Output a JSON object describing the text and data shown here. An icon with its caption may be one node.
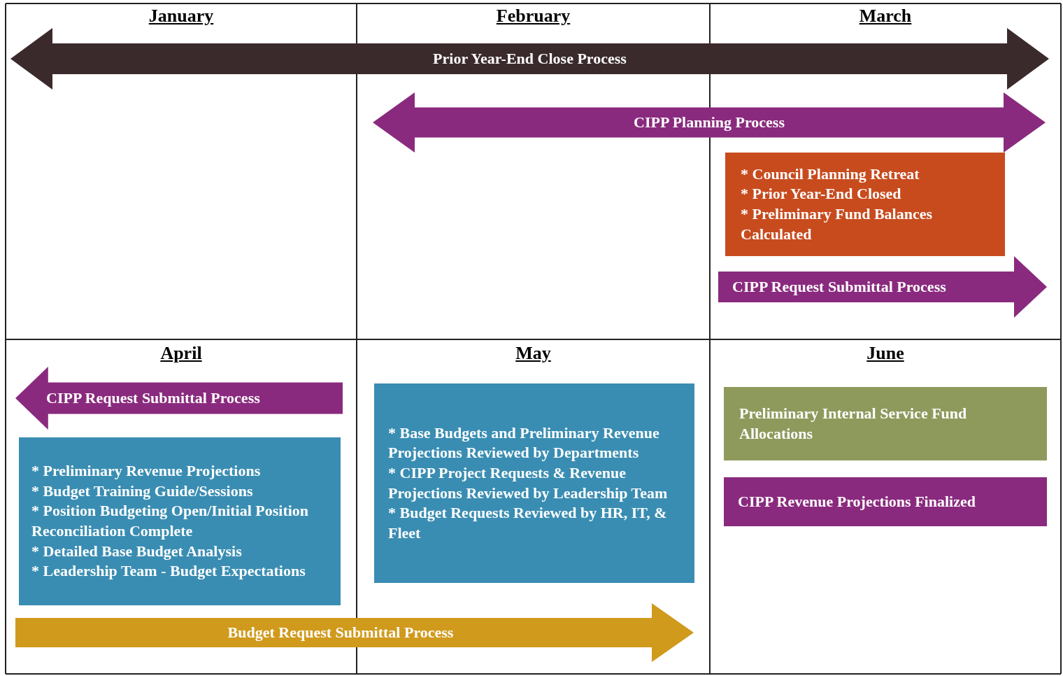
{
  "diagram": {
    "nodes": [
      {
        "text": [
          "Prior Year-End Close Process"
        ]
      },
      {
        "text": [
          "CIPP Planning Process"
        ]
      },
      {
        "text": [
          "* Council Planning Retreat",
          "* Prior Year-End Closed",
          "* Preliminary Fund Balances Calculated"
        ]
      },
      {
        "text": [
          "CIPP Request Submittal Process"
        ]
      },
      {
        "text": [
          "CIPP Request Submittal Process"
        ]
      },
      {
        "text": [
          "* Preliminary Revenue Projections",
          "* Budget Training Guide/Sessions",
          "* Position Budgeting Open/Initial Position Reconciliation Complete",
          "* Detailed Base Budget Analysis",
          "* Leadership Team - Budget Expectations"
        ]
      },
      {
        "text": [
          "* Base Budgets and Preliminary Revenue Projections Reviewed by Departments",
          "* CIPP Project Requests & Revenue Projections Reviewed by Leadership Team",
          "* Budget Requests Reviewed by HR, IT, & Fleet"
        ]
      },
      {
        "text": [
          "Budget Request Submittal Process"
        ]
      },
      {
        "text": [
          "Preliminary Internal Service Fund Allocations"
        ]
      },
      {
        "text": [
          "CIPP Revenue Projections Finalized"
        ]
      }
    ],
    "labels": [
      "January",
      "February",
      "March",
      "April",
      "May",
      "June"
    ]
  }
}
